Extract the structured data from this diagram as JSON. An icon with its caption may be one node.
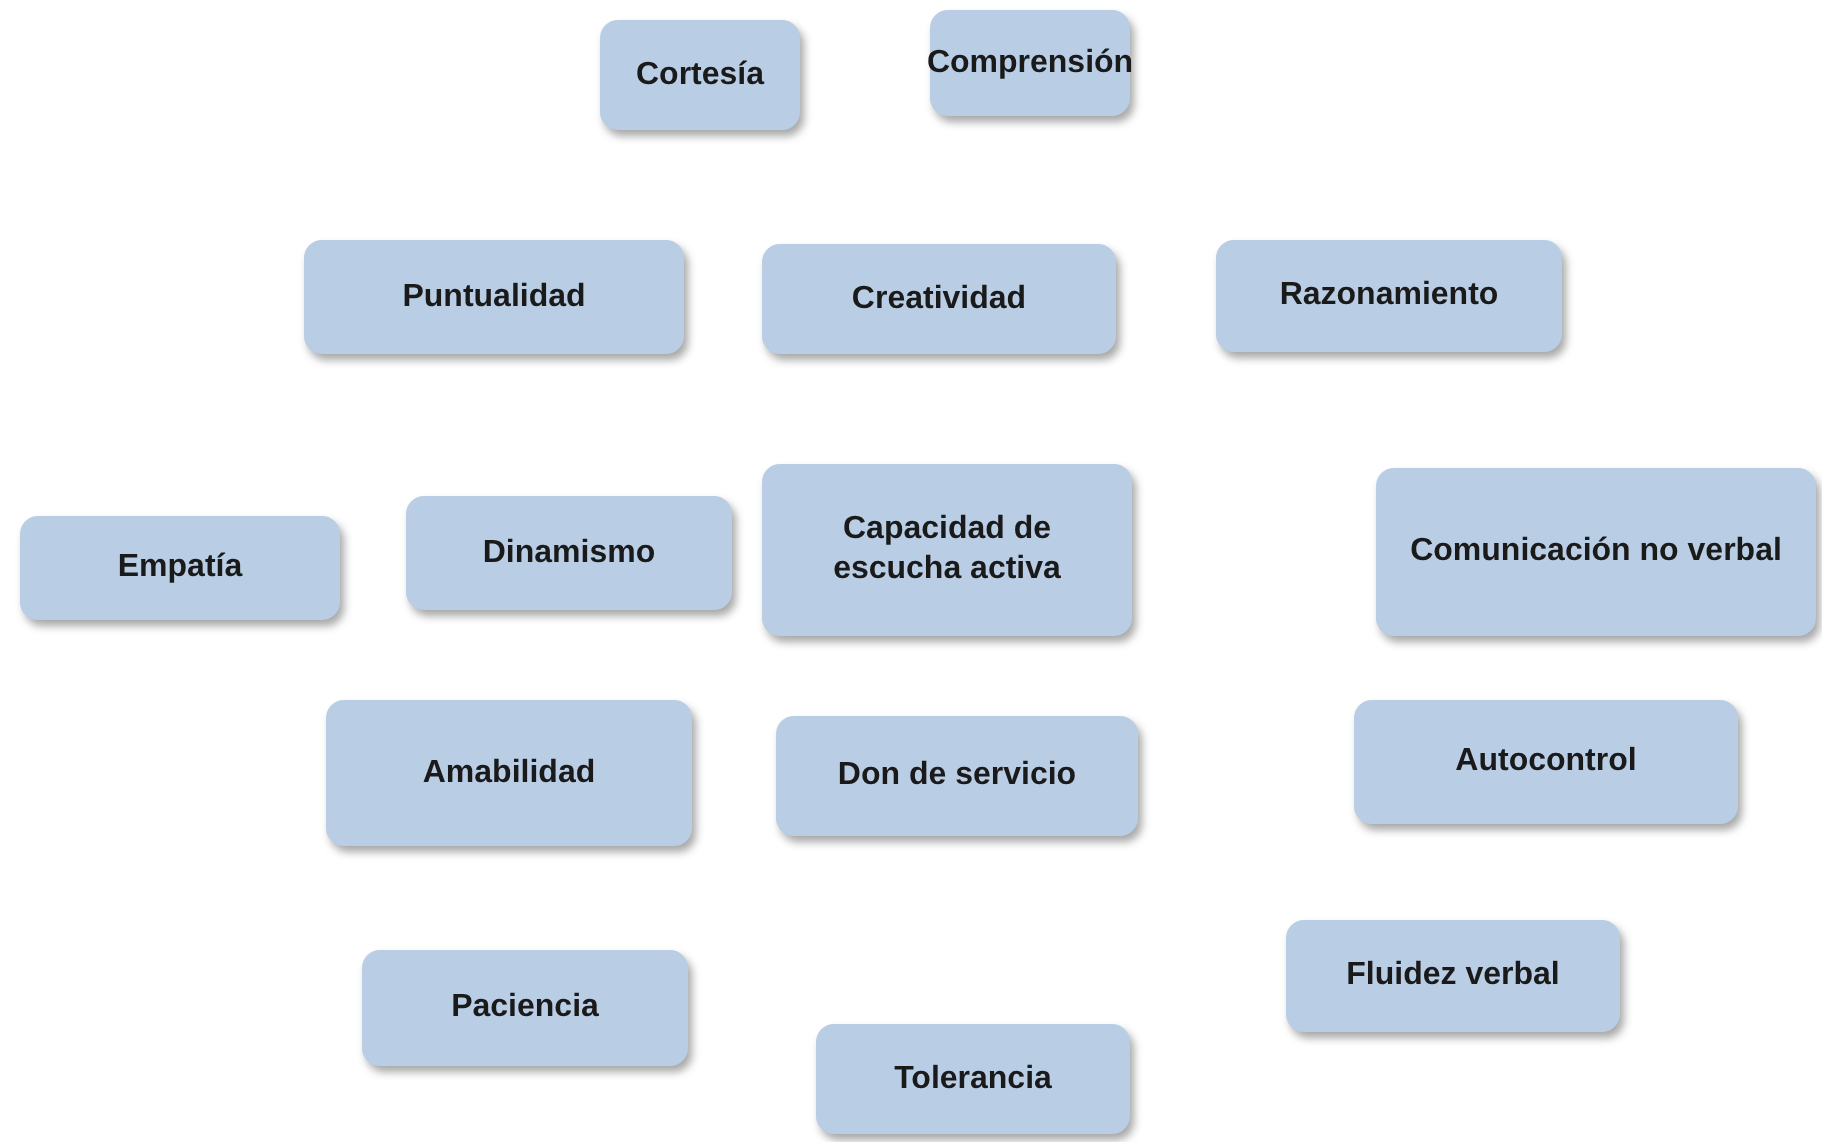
{
  "diagram": {
    "nodes": [
      {
        "text": [
          "Cortesía"
        ]
      },
      {
        "text": [
          "Comprensión"
        ]
      },
      {
        "text": [
          "Puntualidad"
        ]
      },
      {
        "text": [
          "Creatividad"
        ]
      },
      {
        "text": [
          "Razonamiento"
        ]
      },
      {
        "text": [
          "Empatía"
        ]
      },
      {
        "text": [
          "Dinamismo"
        ]
      },
      {
        "text": [
          "Capacidad de escucha activa"
        ]
      },
      {
        "text": [
          "Comunicación no verbal"
        ]
      },
      {
        "text": [
          "Amabilidad"
        ]
      },
      {
        "text": [
          "Don de servicio"
        ]
      },
      {
        "text": [
          "Autocontrol"
        ]
      },
      {
        "text": [
          "Paciencia"
        ]
      },
      {
        "text": [
          "Tolerancia"
        ]
      },
      {
        "text": [
          "Fluidez verbal"
        ]
      }
    ],
    "edges": []
  }
}
